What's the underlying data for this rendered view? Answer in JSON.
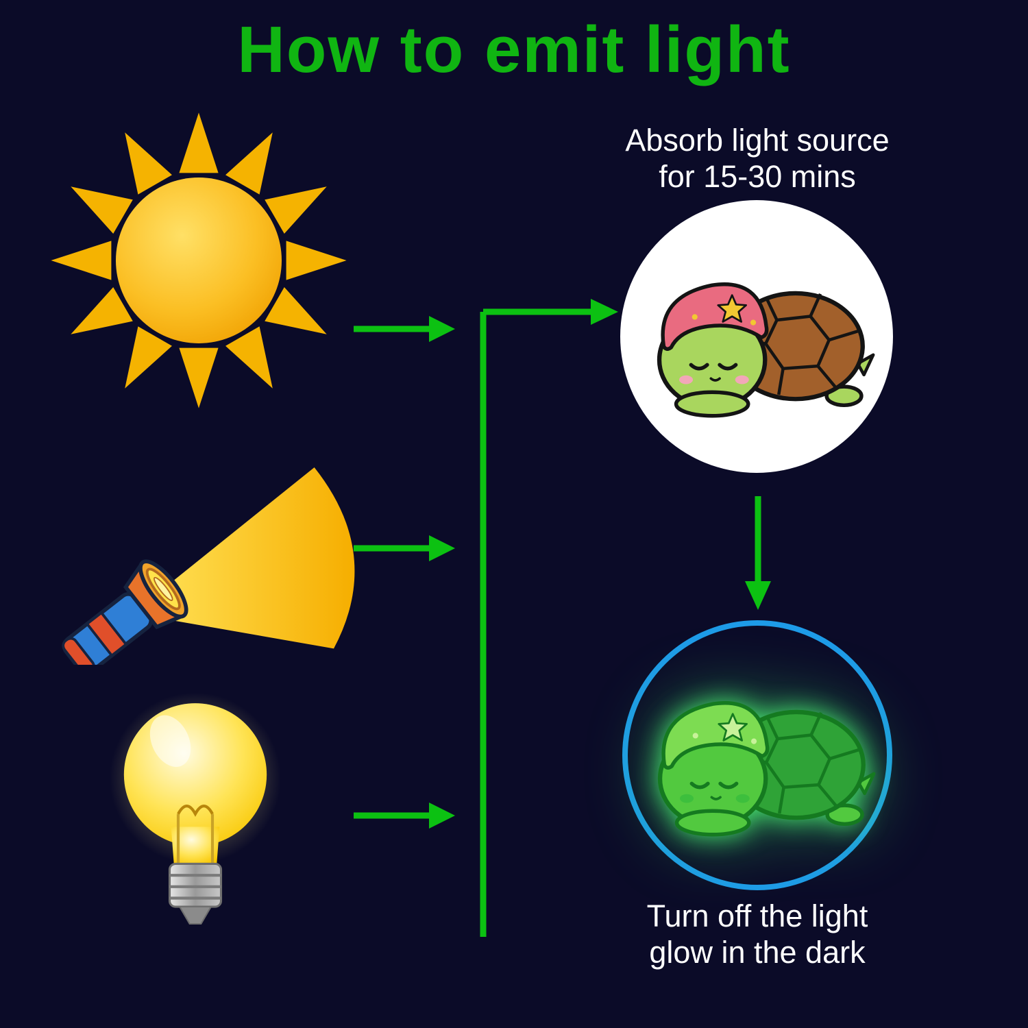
{
  "title": {
    "text": "How to emit light",
    "color": "#10b512"
  },
  "light_sources": [
    {
      "label": "sun",
      "icon": "sun-icon"
    },
    {
      "label": "flashlight",
      "icon": "flashlight-icon"
    },
    {
      "label": "light bulb",
      "icon": "light-bulb-icon"
    }
  ],
  "absorb_step": {
    "caption_line1": "Absorb light source",
    "caption_line2": "for 15-30 mins",
    "illustration": "sleeping-turtle-illustration"
  },
  "glow_step": {
    "caption_line1": "Turn off the light",
    "caption_line2": "glow in the dark",
    "illustration": "glowing-turtle-illustration"
  },
  "colors": {
    "background": "#0b0b28",
    "title_green": "#10b512",
    "arrow_green": "#0cc112",
    "ring_blue": "#1e9be8",
    "caption_white": "#ffffff",
    "glow_green": "#35e05a",
    "absorb_circle_fill": "#ffffff"
  }
}
